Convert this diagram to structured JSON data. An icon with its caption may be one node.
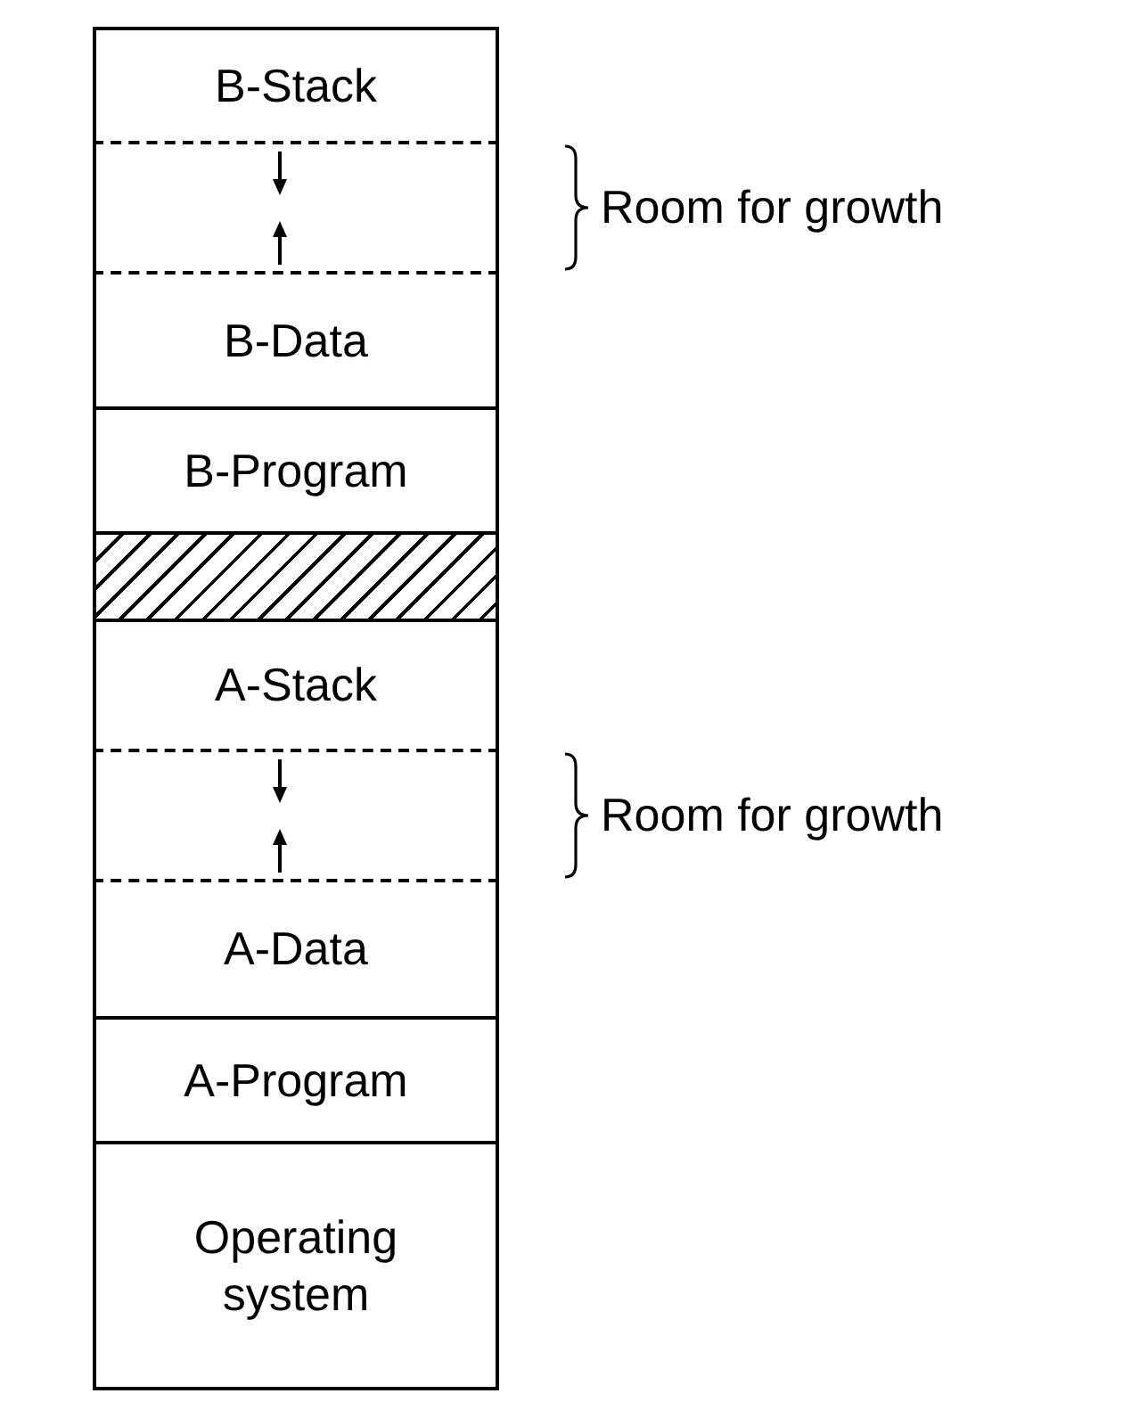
{
  "diagram": {
    "nodes": [
      {
        "text": [
          "B-Stack"
        ]
      },
      {
        "text": [
          "B-Data"
        ]
      },
      {
        "text": [
          "B-Program"
        ]
      },
      {
        "text": [],
        "shape": "box"
      },
      {
        "text": [
          "A-Stack"
        ]
      },
      {
        "text": [
          "A-Data"
        ]
      },
      {
        "text": [
          "A-Program"
        ]
      },
      {
        "text": [
          "Operating system"
        ]
      }
    ],
    "edges": [],
    "labels": [
      "Room for growth",
      "Room for growth"
    ]
  }
}
